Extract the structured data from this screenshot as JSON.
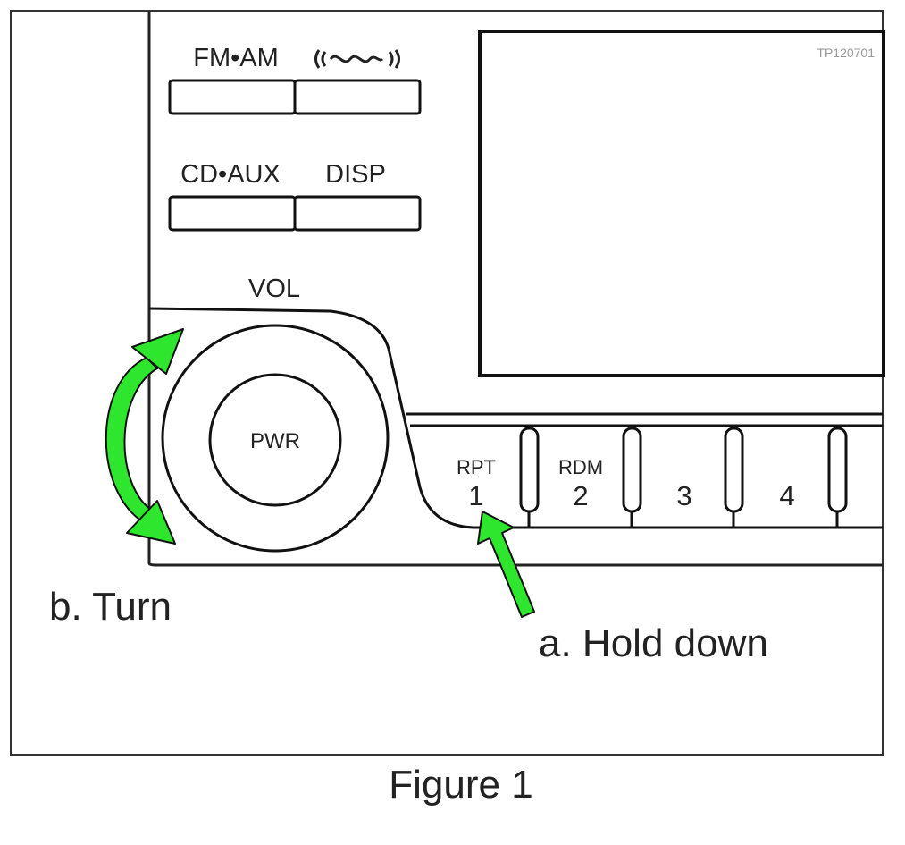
{
  "image_code": "TP120701",
  "buttons": {
    "fm_am": "FM•AM",
    "cd_aux": "CD•AUX",
    "disp": "DISP",
    "signal_icon": "signal-wave-icon"
  },
  "knob": {
    "vol_label": "VOL",
    "pwr_label": "PWR"
  },
  "presets": [
    {
      "top_label": "RPT",
      "number": "1"
    },
    {
      "top_label": "RDM",
      "number": "2"
    },
    {
      "top_label": "",
      "number": "3"
    },
    {
      "top_label": "",
      "number": "4"
    }
  ],
  "callouts": {
    "turn": "b. Turn",
    "hold": "a. Hold down"
  },
  "caption": "Figure 1",
  "colors": {
    "arrow": "#2ee62e",
    "outline": "#111111"
  }
}
